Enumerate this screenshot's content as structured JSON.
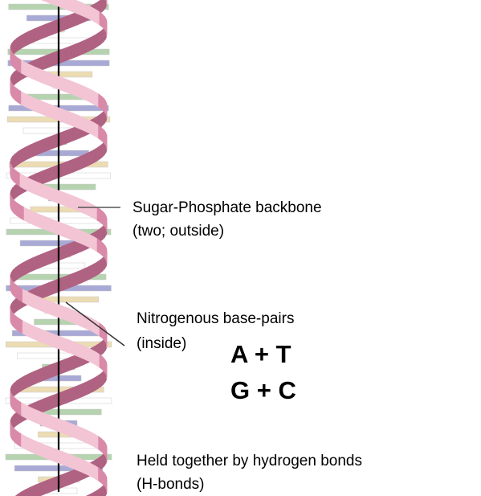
{
  "labels": {
    "backbone_line1": "Sugar-Phosphate backbone",
    "backbone_line2": "(two; outside)",
    "bases_line1": "Nitrogenous base-pairs",
    "bases_line2": "(inside)",
    "pair_at": "A + T",
    "pair_gc": "G + C",
    "bonds_line1": "Held together by hydrogen bonds",
    "bonds_line2": "(H-bonds)"
  },
  "colors": {
    "background": "#ffffff",
    "backbone": "#d98aa8",
    "backbone_light": "#f2c4d4",
    "backbone_dark": "#b06282",
    "axis": "#000000",
    "rung_blue": "#a9a9d6",
    "rung_green": "#b6d3b0",
    "rung_tan": "#ecdcb4",
    "rung_white": "#ffffff",
    "leader_line": "#555555"
  },
  "icons": {
    "helix": "dna-double-helix-icon"
  }
}
